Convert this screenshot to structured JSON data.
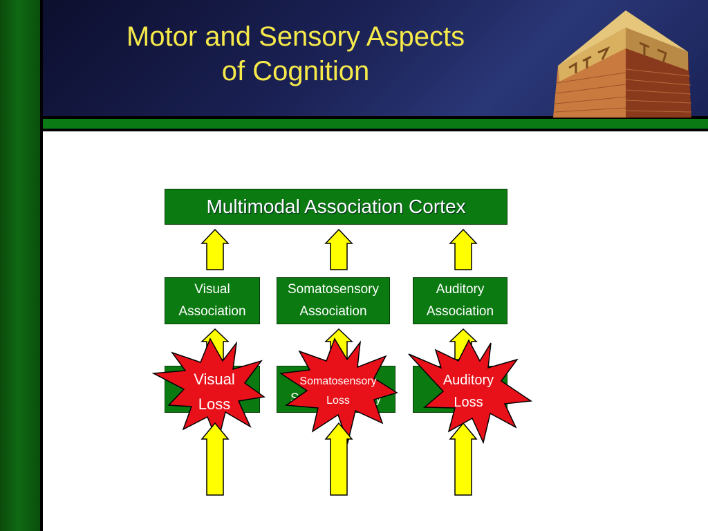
{
  "slide": {
    "title_line1": "Motor and Sensory Aspects",
    "title_line2": "of Cognition"
  },
  "diagram": {
    "top_box": "Multimodal Association Cortex",
    "association": {
      "visual": [
        "Visual",
        "Association"
      ],
      "somatosensory": [
        "Somatosensory",
        "Association"
      ],
      "auditory": [
        "Auditory",
        "Association"
      ]
    },
    "primary_partial": {
      "somatosensory": "Somatosensory"
    },
    "losses": {
      "visual": [
        "Visual",
        "Loss"
      ],
      "somatosensory": [
        "Somatosensory",
        "Loss"
      ],
      "auditory": [
        "Auditory",
        "Loss"
      ]
    }
  },
  "colors": {
    "header_bg": "#1b2256",
    "title": "#f6e94a",
    "box_green": "#0b7a11",
    "arrow_yellow": "#ffff00",
    "star_red": "#e8111a"
  }
}
